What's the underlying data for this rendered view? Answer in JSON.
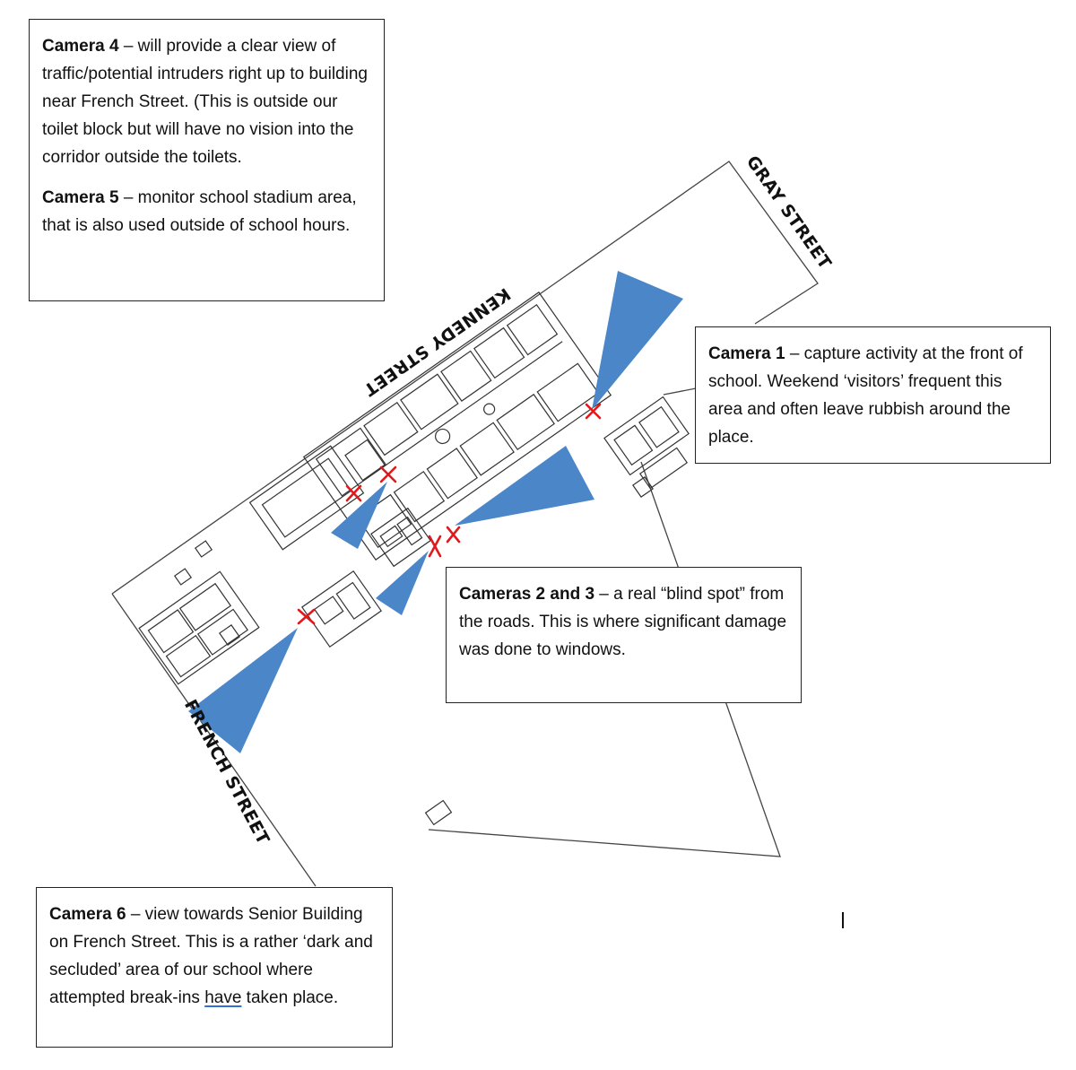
{
  "streets": {
    "kennedy": "KENNEDY STREET",
    "gray": "GRAY STREET",
    "french": "FRENCH STREET"
  },
  "notes": {
    "camera4": {
      "label": "Camera 4",
      "text": " – will provide a clear view of traffic/potential intruders right up to building near French Street.  (This is outside our toilet block but will have no vision into the corridor outside the toilets."
    },
    "camera5": {
      "label": "Camera 5",
      "text": " – monitor school stadium area, that is also used outside of school hours."
    },
    "camera1": {
      "label": "Camera 1",
      "text": " – capture activity at the front of school.  Weekend ‘visitors’ frequent this area and often leave rubbish around the place."
    },
    "cameras23": {
      "label": "Cameras 2 and 3",
      "text": " – a real “blind spot” from the roads.  This is where significant damage was done to windows."
    },
    "camera6": {
      "label": "Camera 6",
      "text_before": " – view towards Senior Building on French Street.  This is a rather ‘dark and secluded’ area of our school where attempted break-ins ",
      "underlined": "have",
      "text_after": " taken place."
    }
  },
  "colors": {
    "camera_cone": "#4a86c8",
    "camera_marker": "#e0191c",
    "plan_lines": "#333333"
  }
}
